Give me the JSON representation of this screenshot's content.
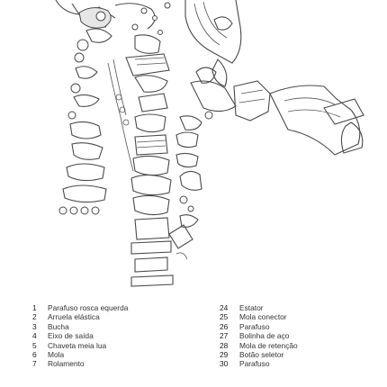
{
  "parts_left": [
    {
      "num": "1",
      "name": "Parafuso rosca equerda"
    },
    {
      "num": "2",
      "name": "Arruela elástica"
    },
    {
      "num": "3",
      "name": "Bucha"
    },
    {
      "num": "4",
      "name": "Eixo de saída"
    },
    {
      "num": "5",
      "name": "Chaveta meia lua"
    },
    {
      "num": "6",
      "name": "Mola"
    },
    {
      "num": "7",
      "name": "Rolamento"
    }
  ],
  "parts_right": [
    {
      "num": "24",
      "name": "Estator"
    },
    {
      "num": "25",
      "name": "Mola conector"
    },
    {
      "num": "26",
      "name": "Parafuso"
    },
    {
      "num": "27",
      "name": "Bolinha de aço"
    },
    {
      "num": "28",
      "name": "Mola de retenção"
    },
    {
      "num": "29",
      "name": "Botão seletor"
    },
    {
      "num": "30",
      "name": "Parafuso"
    }
  ],
  "colors": {
    "line": "#4a4a4a",
    "text": "#222222",
    "background": "#ffffff"
  },
  "diagram_icon": "exploded-drill-parts-diagram-icon"
}
